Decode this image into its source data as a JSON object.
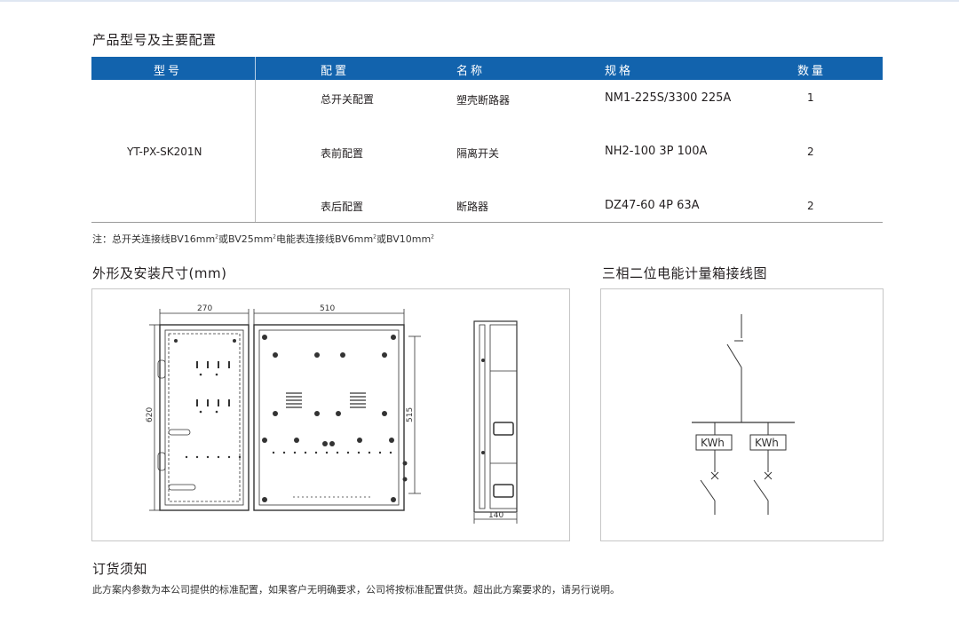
{
  "sections": {
    "config_title": "产品型号及主要配置",
    "dimensions_title": "外形及安装尺寸(mm)",
    "wiring_title": "三相二位电能计量箱接线图",
    "order_title": "订货须知"
  },
  "table": {
    "headers": [
      "型号",
      "配置",
      "名称",
      "规格",
      "数量"
    ],
    "model": "YT-PX-SK201N",
    "rows": [
      {
        "config": "总开关配置",
        "name": "塑壳断路器",
        "spec": "NM1-225S/3300 225A",
        "qty": "1"
      },
      {
        "config": "表前配置",
        "name": "隔离开关",
        "spec": "NH2-100 3P 100A",
        "qty": "2"
      },
      {
        "config": "表后配置",
        "name": "断路器",
        "spec": "DZ47-60 4P 63A",
        "qty": "2"
      }
    ]
  },
  "note": {
    "prefix": "注：总开关连接线BV16mm",
    "part2": "或BV25mm",
    "part3": "电能表连接线BV6mm",
    "part4": "或BV10mm",
    "sup": "2"
  },
  "drawing": {
    "dim_left_width": "270",
    "dim_right_width": "510",
    "dim_height": "620",
    "dim_inner_height": "515",
    "dim_depth": "140"
  },
  "wiring": {
    "meter_label": "KWh"
  },
  "order_note": "此方案内参数为本公司提供的标准配置，如果客户无明确要求，公司将按标准配置供货。超出此方案要求的，请另行说明。",
  "colors": {
    "header_blue": "#1263ad"
  }
}
